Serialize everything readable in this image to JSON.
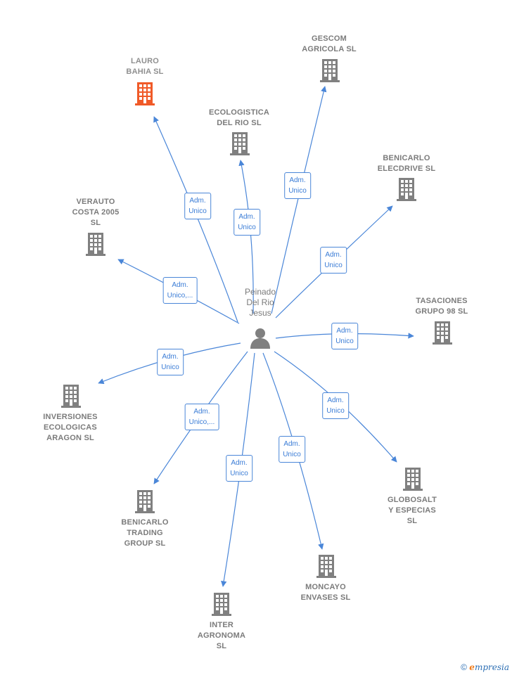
{
  "colors": {
    "edge": "#4a86d8",
    "building": "#808080",
    "building_highlight": "#f05a28",
    "person": "#808080"
  },
  "center": {
    "label": "Peinado\nDel Rio\nJesus",
    "icon": "person-icon"
  },
  "nodes": [
    {
      "id": "lauro-bahia",
      "label": "LAURO\nBAHIA  SL",
      "highlight": true,
      "edge": "Adm.\nUnico"
    },
    {
      "id": "ecologistica-del-rio",
      "label": "ECOLOGISTICA\nDEL RIO  SL",
      "highlight": false,
      "edge": "Adm.\nUnico"
    },
    {
      "id": "gescom-agricola",
      "label": "GESCOM\nAGRICOLA  SL",
      "highlight": false,
      "edge": "Adm.\nUnico"
    },
    {
      "id": "benicarlo-elecdrive",
      "label": "BENICARLO\nELECDRIVE  SL",
      "highlight": false,
      "edge": "Adm.\nUnico"
    },
    {
      "id": "verauto-costa-2005",
      "label": "VERAUTO\nCOSTA 2005\nSL",
      "highlight": false,
      "edge": "Adm.\nUnico,..."
    },
    {
      "id": "tasaciones-grupo-98",
      "label": "TASACIONES\nGRUPO 98  SL",
      "highlight": false,
      "edge": "Adm.\nUnico"
    },
    {
      "id": "inversiones-ecologicas-aragon",
      "label": "INVERSIONES\nECOLOGICAS\nARAGON  SL",
      "highlight": false,
      "edge": "Adm.\nUnico"
    },
    {
      "id": "globosalt-y-especias",
      "label": "GLOBOSALT\nY ESPECIAS\nSL",
      "highlight": false,
      "edge": "Adm.\nUnico"
    },
    {
      "id": "benicarlo-trading-group",
      "label": "BENICARLO\nTRADING\nGROUP  SL",
      "highlight": false,
      "edge": "Adm.\nUnico,..."
    },
    {
      "id": "moncayo-envases",
      "label": "MONCAYO\nENVASES  SL",
      "highlight": false,
      "edge": "Adm.\nUnico"
    },
    {
      "id": "inter-agronoma",
      "label": "INTER\nAGRONOMA\nSL",
      "highlight": false,
      "edge": "Adm.\nUnico"
    }
  ],
  "footer": {
    "copyright": "©",
    "brand_initial": "e",
    "brand_rest": "mpresia"
  }
}
